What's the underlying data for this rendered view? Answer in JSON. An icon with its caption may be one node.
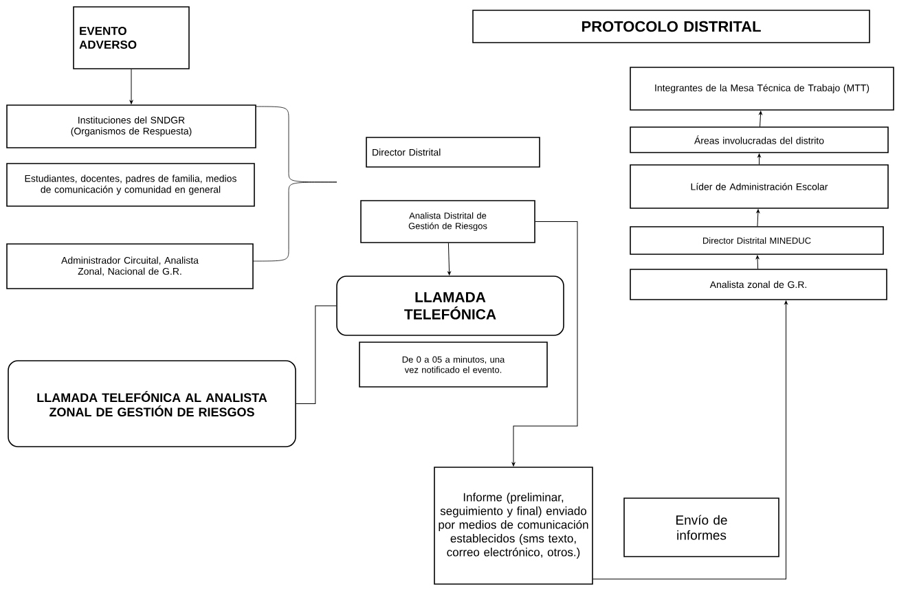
{
  "diagram": {
    "nodes": [
      {
        "text": [
          "PROTOCOLO DISTRITAL"
        ]
      },
      {
        "text": [
          "EVENTO ADVERSO"
        ]
      },
      {
        "text": [
          "Instituciones del SNDGR (Organismos de Respuesta)"
        ]
      },
      {
        "text": [
          "Estudiantes, docentes, padres de familia, medios de comunicación y comunidad en general"
        ]
      },
      {
        "text": [
          "Administrador Circuital, Analista Zonal, Nacional de G.R."
        ]
      },
      {
        "text": [
          "Director Distrital"
        ]
      },
      {
        "text": [
          "Analista Distrital de Gestión de Riesgos"
        ]
      },
      {
        "text": [
          "LLAMADA TELEFÓNICA"
        ]
      },
      {
        "text": [
          "De 0 a 05 a minutos, una vez notificado el evento."
        ]
      },
      {
        "text": [
          "LLAMADA TELEFÓNICA AL ANALISTA ZONAL DE GESTIÓN DE RIESGOS"
        ]
      },
      {
        "text": [
          "Informe (preliminar, seguimiento y final) enviado por medios de comunicación establecidos (sms texto, correo electrónico, otros.)"
        ]
      },
      {
        "text": [
          "Envío de informes"
        ]
      },
      {
        "text": [
          "Integrantes de la Mesa Técnica de Trabajo (MTT)"
        ]
      },
      {
        "text": [
          "Áreas involucradas del distrito"
        ]
      },
      {
        "text": [
          "Líder de Administración Escolar"
        ]
      },
      {
        "text": [
          "Director Distrital MINEDUC"
        ]
      },
      {
        "text": [
          "Analista zonal de G.R."
        ]
      }
    ],
    "edges": [
      {
        "from": 1,
        "to": 2,
        "arrow": "to"
      },
      {
        "from": 6,
        "to": 7,
        "arrow": "to"
      },
      {
        "from": 9,
        "to": 7,
        "arrow": "none"
      },
      {
        "from": 6,
        "to": 10,
        "arrow": "to"
      },
      {
        "from": 10,
        "to": 16,
        "arrow": "to"
      },
      {
        "from": 16,
        "to": 15,
        "arrow": "to"
      },
      {
        "from": 15,
        "to": 14,
        "arrow": "to"
      },
      {
        "from": 14,
        "to": 13,
        "arrow": "to"
      },
      {
        "from": 13,
        "to": 12,
        "arrow": "to"
      }
    ]
  }
}
